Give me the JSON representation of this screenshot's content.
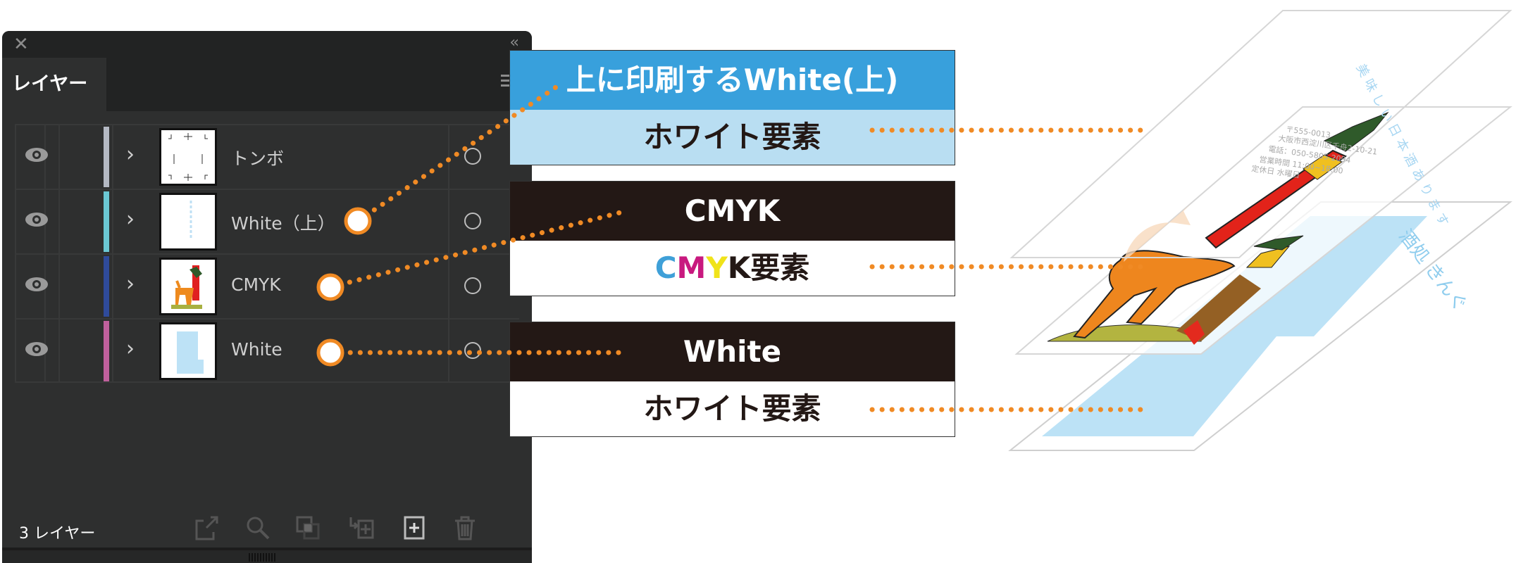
{
  "panel": {
    "close_icon": "close-icon",
    "collapse_icon": "double-chevron-left-icon",
    "tab_label": "レイヤー",
    "layers": [
      {
        "name": "トンボ",
        "color": "#b4b9c3"
      },
      {
        "name": "White（上）",
        "color": "#6bc8d4"
      },
      {
        "name": "CMYK",
        "color": "#2f4b9b"
      },
      {
        "name": "White",
        "color": "#c0609d"
      }
    ],
    "footer_label": "3 レイヤー"
  },
  "labels": [
    {
      "header": "上に印刷するWhite(上)",
      "body": "ホワイト要素",
      "header_color": "#38a0dc",
      "body_color": "#b9def2"
    },
    {
      "header": "CMYK",
      "body_parts": [
        "C",
        "M",
        "Y",
        "K",
        "要素"
      ],
      "header_color": "#231815",
      "body_color": "#ffffff"
    },
    {
      "header": "White",
      "body": "ホワイト要素",
      "header_color": "#231815",
      "body_color": "#ffffff"
    }
  ],
  "artwork": {
    "vertical_text": "美味しい日本酒あります",
    "address": [
      "〒555-0013",
      "大阪市西淀川区千舟2-10-21",
      "電話：050-5805-2094",
      "営業時間 11:00~18:00",
      "定休日 水曜日"
    ],
    "shop_name": "酒処 きんぐ"
  },
  "colors": {
    "accent": "#f08a24",
    "cyan": "#3fa0d8",
    "magenta": "#c8197f",
    "yellow": "#f0e31a",
    "black": "#231815"
  }
}
